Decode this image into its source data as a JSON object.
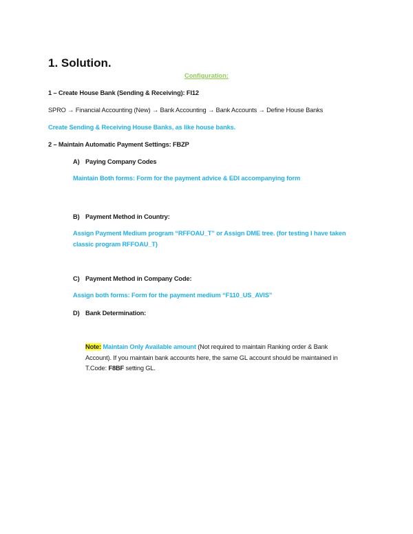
{
  "title": "1. Solution.",
  "configuration_label": "Configuration:",
  "step1": {
    "heading": "1 – Create House Bank (Sending & Receiving): FI12",
    "path": "SPRO → Financial Accounting (New) → Bank Accounting → Bank Accounts → Define House Banks",
    "note": "Create Sending & Receiving House Banks, as like house banks."
  },
  "step2": {
    "heading": "2 – Maintain Automatic Payment Settings: FBZP",
    "items": [
      {
        "marker": "A)",
        "heading": "Paying Company Codes",
        "text": "Maintain Both forms: Form for the payment advice & EDI accompanying form"
      },
      {
        "marker": "B)",
        "heading": "Payment Method in Country:",
        "text_line1": "Assign Payment Medium program “RFFOAU_T” or Assign DME tree. (for testing I have taken",
        "text_line2": "classic program RFFOAU_T)"
      },
      {
        "marker": "C)",
        "heading": "Payment Method in Company Code:",
        "text": "Assign both forms: Form for the payment medium “F110_US_AVIS”"
      },
      {
        "marker": "D)",
        "heading": "Bank Determination:"
      }
    ],
    "note": {
      "label": "Note:",
      "highlight_text": "Maintain Only Available amount",
      "rest_line1": "(Not required to maintain Ranking order & Bank",
      "line2": "Account). If you maintain bank accounts here, the same GL account should be maintained in",
      "line3_prefix": "T.Code:",
      "tcode": "F8BF",
      "line3_suffix": "setting GL."
    }
  }
}
